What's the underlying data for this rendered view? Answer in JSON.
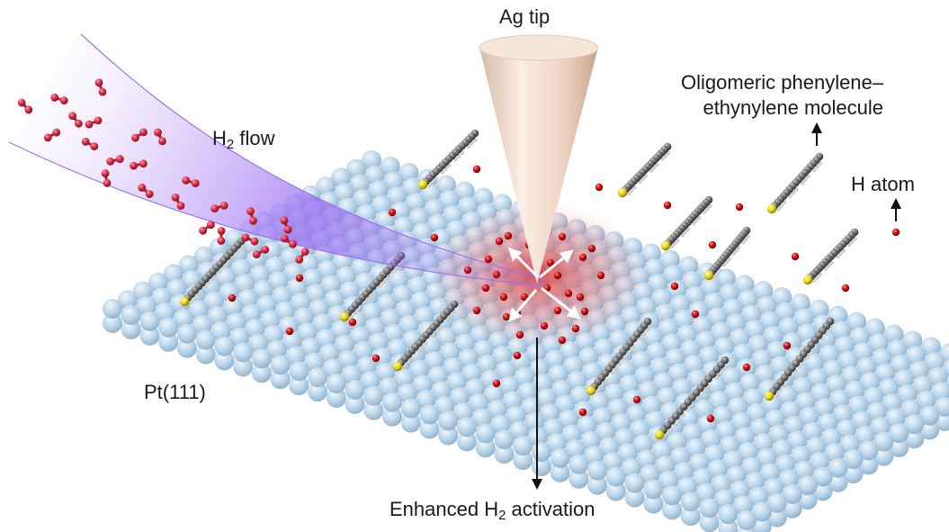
{
  "labels": {
    "ag_tip": "Ag tip",
    "h2_flow_prefix": "H",
    "h2_flow_sub": "2",
    "h2_flow_suffix": " flow",
    "molecule_line1": "Oligomeric phenylene–",
    "molecule_line2": "ethynylene molecule",
    "h_atom": "H atom",
    "substrate": "Pt(111)",
    "activation_prefix": "Enhanced H",
    "activation_sub": "2",
    "activation_suffix": " activation"
  },
  "colors": {
    "surface_sphere": "#bcd6ea",
    "surface_shadow": "#8fb2cf",
    "hydrogen": "#d01010",
    "tip": "#f1ddd0",
    "flow": "#8e5cf0",
    "molecule_carbon": "#6e6e6e",
    "molecule_hydrogen": "#f4f4f4",
    "sulfur": "#e8d81e",
    "glow": "#e04848",
    "text": "#1a1a1a"
  }
}
